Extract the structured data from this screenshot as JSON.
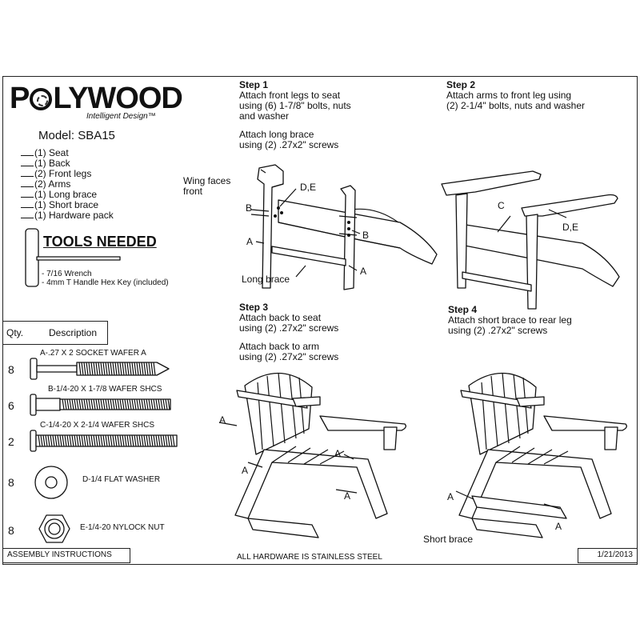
{
  "brand": {
    "name_pre": "P",
    "name_post": "LYWOOD",
    "tagline": "Intelligent Design™"
  },
  "model": "Model: SBA15",
  "parts_checklist": [
    "(1) Seat",
    "(1) Back",
    "(2) Front legs",
    "(2) Arms",
    "(1) Long brace",
    "(1) Short brace",
    "(1) Hardware pack"
  ],
  "tools": {
    "title": "TOOLS NEEDED",
    "items": [
      "- 7/16 Wrench",
      "- 4mm T Handle Hex Key (included)"
    ]
  },
  "hardware_table": {
    "headers": {
      "qty": "Qty.",
      "description": "Description"
    },
    "rows": [
      {
        "qty": "8",
        "label": "A-.27 X 2 SOCKET WAFER A"
      },
      {
        "qty": "6",
        "label": "B-1/4-20 X 1-7/8 WAFER SHCS"
      },
      {
        "qty": "2",
        "label": "C-1/4-20 X 2-1/4 WAFER SHCS"
      },
      {
        "qty": "8",
        "label": "D-1/4 FLAT WASHER"
      },
      {
        "qty": "8",
        "label": "E-1/4-20 NYLOCK NUT"
      }
    ]
  },
  "steps": [
    {
      "title": "Step 1",
      "lines": [
        "Attach front legs to seat",
        "using (6) 1-7/8\" bolts, nuts",
        "and washer"
      ],
      "extra": [
        "Attach long brace",
        "using (2) .27x2\" screws"
      ]
    },
    {
      "title": "Step 2",
      "lines": [
        "Attach arms to front leg using",
        "(2) 2-1/4\" bolts, nuts and washer"
      ]
    },
    {
      "title": "Step 3",
      "lines": [
        "Attach back to seat",
        "using (2) .27x2\" screws"
      ],
      "extra": [
        "Attach back to arm",
        "using (2) .27x2\" screws"
      ]
    },
    {
      "title": "Step 4",
      "lines": [
        "Attach short brace to rear leg",
        "using (2) .27x2\" screws"
      ]
    }
  ],
  "callouts": {
    "wing": [
      "Wing faces",
      "front"
    ],
    "de": "D,E",
    "b": "B",
    "a": "A",
    "c": "C",
    "long_brace": "Long brace",
    "short_brace": "Short brace"
  },
  "footer": {
    "left": "ASSEMBLY INSTRUCTIONS",
    "center": "ALL HARDWARE IS STAINLESS STEEL",
    "right": "1/21/2013"
  }
}
